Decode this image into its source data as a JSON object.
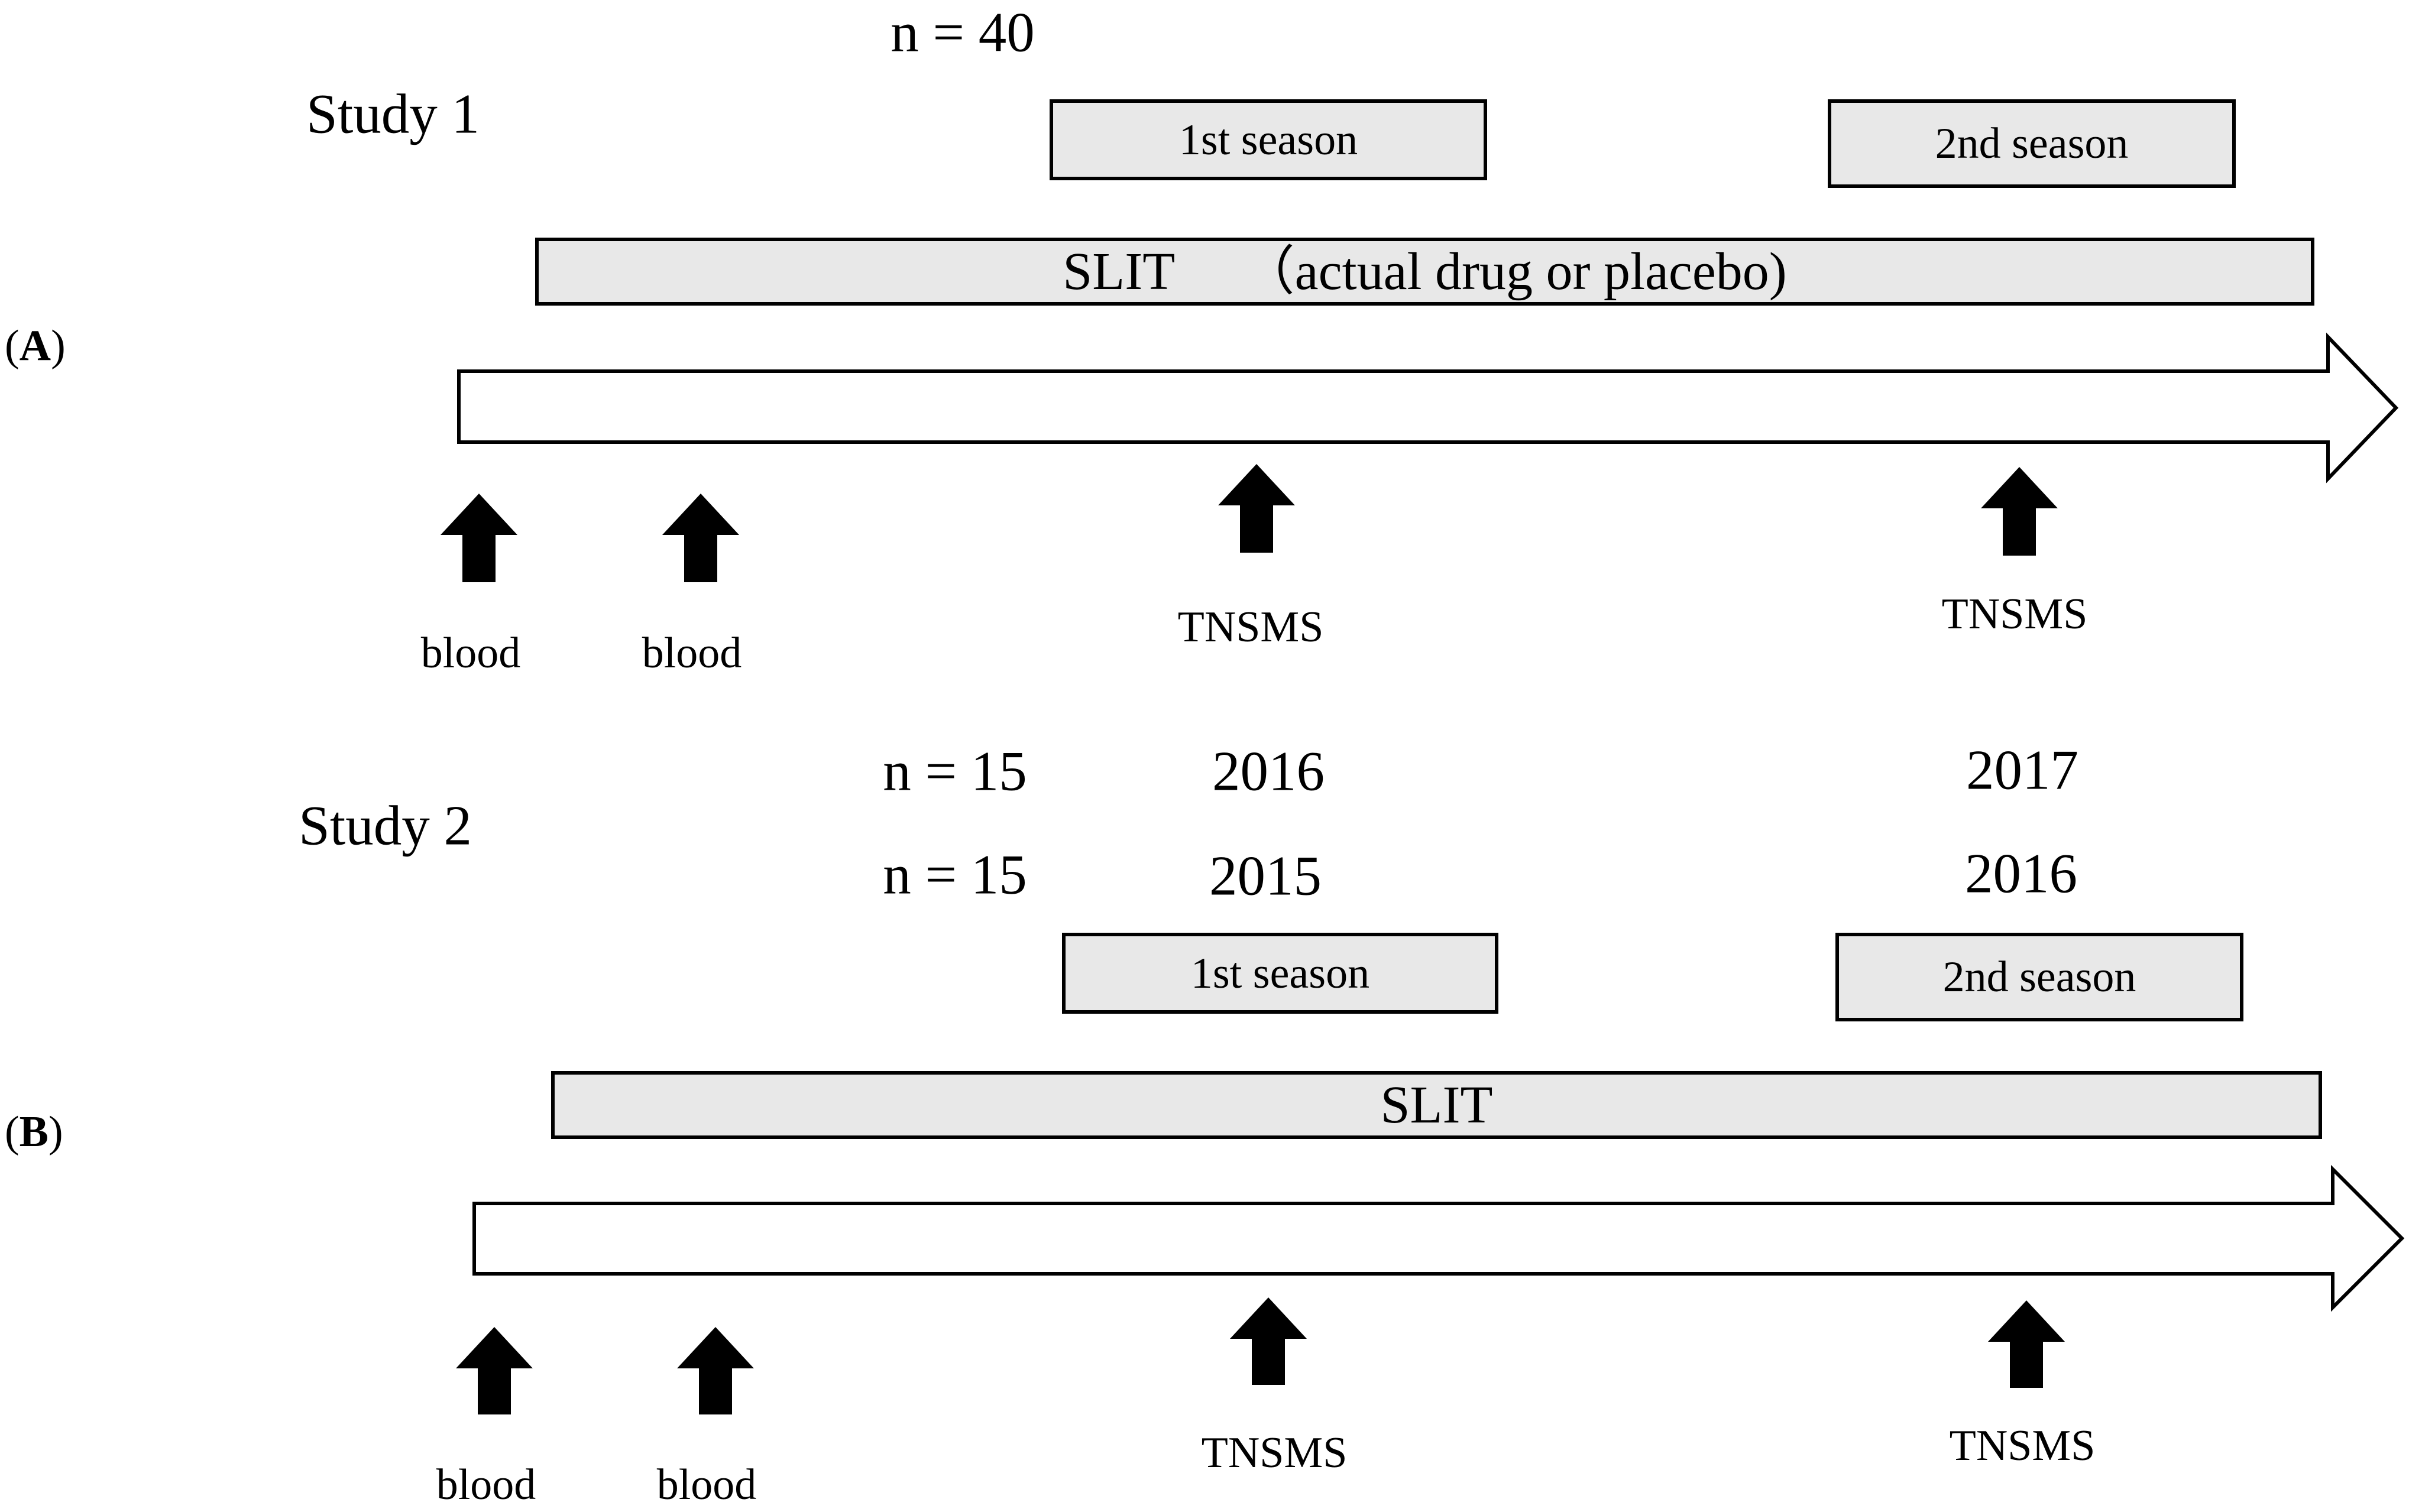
{
  "panel_a": {
    "label_open": "(",
    "label_letter": "A",
    "label_close": ")",
    "study_title": "Study 1",
    "n": "n = 40",
    "season1": "1st  season",
    "season2": "2nd season",
    "slit_bar": "SLIT     （actual drug or placebo)",
    "events": [
      {
        "label": "blood",
        "icon": "up-arrow-icon"
      },
      {
        "label": "blood",
        "icon": "up-arrow-icon"
      },
      {
        "label": "TNSMS",
        "icon": "up-arrow-icon"
      },
      {
        "label": "TNSMS",
        "icon": "up-arrow-icon"
      }
    ]
  },
  "panel_b": {
    "label_open": "(",
    "label_letter": "B",
    "label_close": ")",
    "study_title": "Study 2",
    "cohorts": [
      {
        "n": "n = 15",
        "year1": "2016",
        "year2": "2017"
      },
      {
        "n": "n = 15",
        "year1": "2015",
        "year2": "2016"
      }
    ],
    "season1": "1st  season",
    "season2": "2nd season",
    "slit_bar": "SLIT",
    "events": [
      {
        "label": "blood",
        "icon": "up-arrow-icon"
      },
      {
        "label": "blood",
        "icon": "up-arrow-icon"
      },
      {
        "label": "TNSMS",
        "icon": "up-arrow-icon"
      },
      {
        "label": "TNSMS",
        "icon": "up-arrow-icon"
      }
    ]
  },
  "colors": {
    "box_fill": "#e8e8e8",
    "stroke": "#000000",
    "timeline_fill": "#ffffff"
  }
}
